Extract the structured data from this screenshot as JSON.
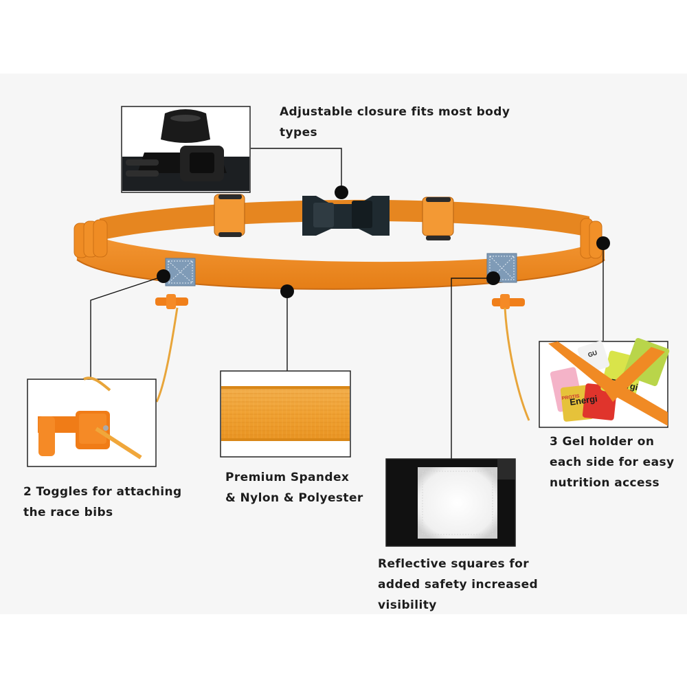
{
  "features": {
    "closure": {
      "line1": "Adjustable closure fits most body",
      "line2": "types"
    },
    "toggles": {
      "line1": "2 Toggles for attaching",
      "line2": "the race bibs"
    },
    "material": {
      "line1": "Premium Spandex",
      "line2": "& Nylon & Polyester"
    },
    "reflective": {
      "line1": "Reflective squares for",
      "line2": "added safety increased",
      "line3": "visibility"
    },
    "gel": {
      "line1": "3 Gel holder on",
      "line2": "each side for easy",
      "line3": "nutrition access"
    }
  },
  "gel_pack_text": [
    "Energi",
    "Energi",
    "PROTIS",
    "GU"
  ],
  "colors": {
    "belt": "#f08a24",
    "belt_dark": "#c96a12",
    "buckle": "#1f2a30",
    "reflective_patch": "#7f9bb7",
    "leader_line": "#111111",
    "background": "#f6f6f6"
  },
  "icons": [
    "buckle-icon",
    "toggle-icon",
    "reflective-patch-icon",
    "gel-pack-icon"
  ]
}
